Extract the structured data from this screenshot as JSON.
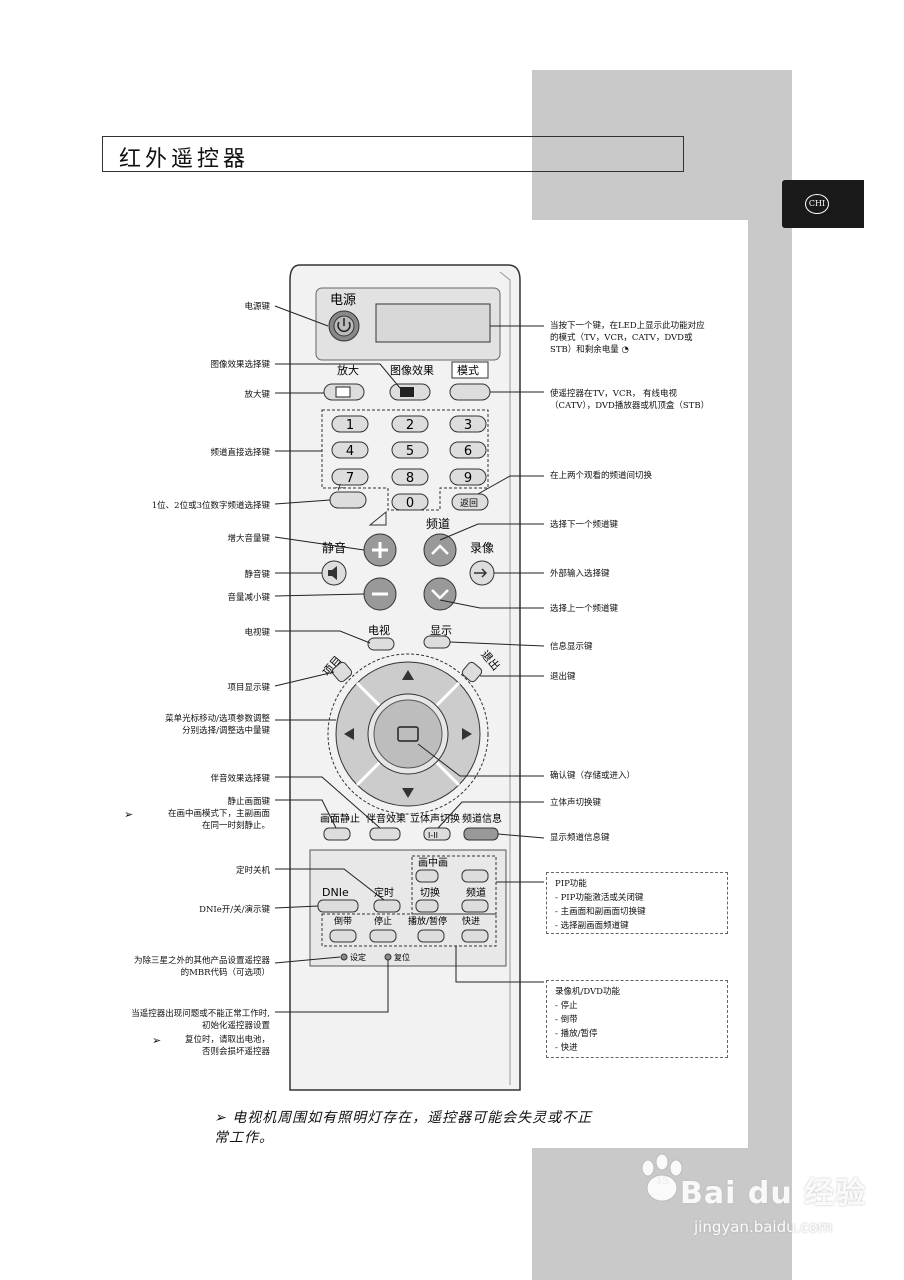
{
  "header": {
    "title": "红外遥控器",
    "badge": "CHI"
  },
  "left_labels": {
    "power": "电源键",
    "picture_effect": "图像效果选择键",
    "zoom": "放大键",
    "direct_channel": "频道直接选择键",
    "digit_select": "1位、2位或3位数字频道选择键",
    "vol_up": "增大音量键",
    "mute": "静音键",
    "vol_down": "音量减小键",
    "tv": "电视键",
    "menu": "项目显示键",
    "cursor_1": "菜单光标移动/选项参数调整",
    "cursor_2": "分别选择/调整选中量键",
    "sound_effect": "伴音效果选择键",
    "still": "静止画面键",
    "still_note_1": "在画中画模式下，主副画面",
    "still_note_2": "在同一时刻静止。",
    "sleep": "定时关机",
    "dnie": "DNIe开/关/演示键",
    "setup_1": "为除三星之外的其他产品设置遥控器",
    "setup_2": "的MBR代码（可选项）",
    "reset_1": "当遥控器出现问题或不能正常工作时,",
    "reset_2": "初始化遥控器设置",
    "reset_note_1": "复位时，请取出电池，",
    "reset_note_2": "否则会损坏遥控器"
  },
  "right_labels": {
    "led_1": "当按下一个键，在LED上显示此功能对应",
    "led_2": "的模式（TV，VCR，CATV，DVD或",
    "led_3": "STB）和剩余电量",
    "mode_1": "使遥控器在TV，VCR， 有线电视",
    "mode_2": "（CATV），DVD播放器或机顶盒（STB）",
    "prev_ch": "在上两个观看的频道间切换",
    "ch_up": "选择下一个频道键",
    "source": "外部输入选择键",
    "ch_down": "选择上一个频道键",
    "info": "信息显示键",
    "exit": "退出键",
    "enter": "确认键（存储或进入）",
    "stereo": "立体声切换键",
    "ch_info": "显示频道信息键"
  },
  "pip_box": {
    "title": "PIP功能",
    "items": [
      "- PIP功能激活或关闭键",
      "- 主画面和副画面切换键",
      "- 选择副画面频道键"
    ]
  },
  "vcr_box": {
    "title": "录像机/DVD功能",
    "items": [
      "- 停止",
      "- 倒带",
      "- 播放/暂停",
      "- 快进"
    ]
  },
  "remote": {
    "power_label": "电源",
    "zoom_label": "放大",
    "picture_label": "图像效果",
    "mode_label": "模式",
    "digits": [
      "1",
      "2",
      "3",
      "4",
      "5",
      "6",
      "7",
      "8",
      "9",
      "0"
    ],
    "digit_select": "-/--",
    "prev_label": "返回",
    "channel_label": "频道",
    "mute_label": "静音",
    "record_label": "录像",
    "tv_label": "电视",
    "info_label": "显示",
    "menu_label": "项目",
    "exit_label": "退出",
    "still_label": "画面静止",
    "sound_label": "伴音效果",
    "stereo_label": "立体声切换",
    "stereo_symbol": "I-II",
    "ch_info_label": "频道信息",
    "pip_label": "画中画",
    "swap_label": "切换",
    "pip_ch_label": "频道",
    "dnie_label": "DNIe",
    "sleep_label": "定时",
    "rew_label": "倒带",
    "stop_label": "停止",
    "play_label": "播放/暂停",
    "ff_label": "快进",
    "set_label": "设定",
    "reset_label": "复位"
  },
  "footer": {
    "note_1": "电视机周围如有照明灯存在，遥控器可能会失灵或不正",
    "note_2": "常工作。",
    "page_number": "15",
    "watermark": "Bai du 经验",
    "watermark_url": "jingyan.baidu.com"
  }
}
